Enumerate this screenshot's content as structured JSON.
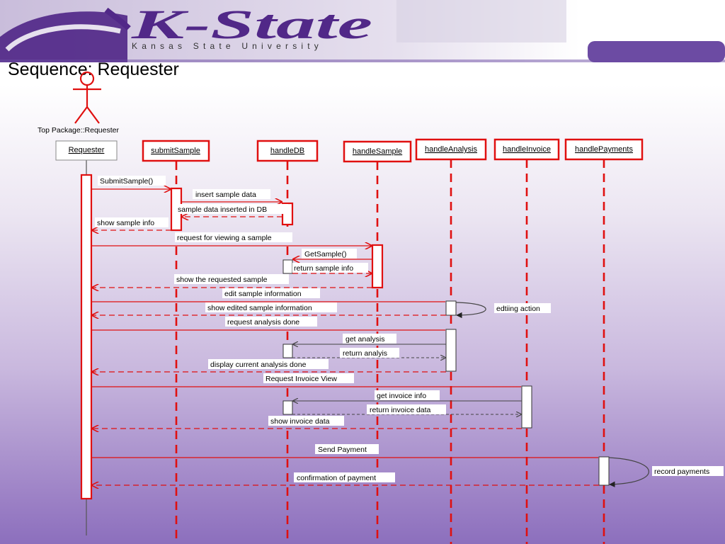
{
  "header": {
    "logo_text": "K-State",
    "university_name": "Kansas State University"
  },
  "slide": {
    "title": "Sequence: Requester"
  },
  "colors": {
    "purple": "#512888",
    "red": "#e01010",
    "gray_line": "#555555"
  },
  "actor": {
    "icon": "stick-figure-icon",
    "package_label": "Top Package::Requester"
  },
  "lifelines": [
    {
      "id": "requester",
      "label": "Requester"
    },
    {
      "id": "submitsample",
      "label": "submitSample"
    },
    {
      "id": "handledb",
      "label": "handleDB"
    },
    {
      "id": "handlesample",
      "label": "handleSample"
    },
    {
      "id": "handleanalysis",
      "label": "handleAnalysis"
    },
    {
      "id": "handleinvoice",
      "label": "handleInvoice"
    },
    {
      "id": "handlepayments",
      "label": "handlePayments"
    }
  ],
  "messages": [
    {
      "label": "SubmitSample()",
      "from": "requester",
      "to": "submitsample",
      "kind": "call"
    },
    {
      "label": "insert sample data",
      "from": "submitsample",
      "to": "handledb",
      "kind": "call"
    },
    {
      "label": "sample data inserted in DB",
      "from": "handledb",
      "to": "submitsample",
      "kind": "return"
    },
    {
      "label": "show sample info",
      "from": "submitsample",
      "to": "requester",
      "kind": "return"
    },
    {
      "label": "request for viewing a sample",
      "from": "requester",
      "to": "handlesample",
      "kind": "call"
    },
    {
      "label": "GetSample()",
      "from": "handlesample",
      "to": "handledb",
      "kind": "call"
    },
    {
      "label": "return sample info",
      "from": "handledb",
      "to": "handlesample",
      "kind": "return"
    },
    {
      "label": "show the requested sample",
      "from": "handlesample",
      "to": "requester",
      "kind": "return"
    },
    {
      "label": "edit sample information",
      "from": "requester",
      "to": "handleanalysis",
      "kind": "call"
    },
    {
      "label": "show edited sample information",
      "from": "handleanalysis",
      "to": "requester",
      "kind": "return"
    },
    {
      "label": "edtiing action",
      "from": "handleanalysis",
      "to": "handleanalysis",
      "kind": "self"
    },
    {
      "label": "request analysis done",
      "from": "requester",
      "to": "handleanalysis",
      "kind": "call"
    },
    {
      "label": "get analysis",
      "from": "handleanalysis",
      "to": "handledb",
      "kind": "call"
    },
    {
      "label": "return analyis",
      "from": "handledb",
      "to": "handleanalysis",
      "kind": "return"
    },
    {
      "label": "display current analysis done",
      "from": "handleanalysis",
      "to": "requester",
      "kind": "return"
    },
    {
      "label": "Request Invoice View",
      "from": "requester",
      "to": "handleinvoice",
      "kind": "call"
    },
    {
      "label": "get invoice info",
      "from": "handleinvoice",
      "to": "handledb",
      "kind": "call"
    },
    {
      "label": "return invoice data",
      "from": "handledb",
      "to": "handleinvoice",
      "kind": "return"
    },
    {
      "label": "show invoice data",
      "from": "handleinvoice",
      "to": "requester",
      "kind": "return"
    },
    {
      "label": "Send Payment",
      "from": "requester",
      "to": "handlepayments",
      "kind": "call"
    },
    {
      "label": "record payments",
      "from": "handlepayments",
      "to": "handlepayments",
      "kind": "self"
    },
    {
      "label": "confirmation of payment",
      "from": "handlepayments",
      "to": "requester",
      "kind": "return"
    }
  ]
}
